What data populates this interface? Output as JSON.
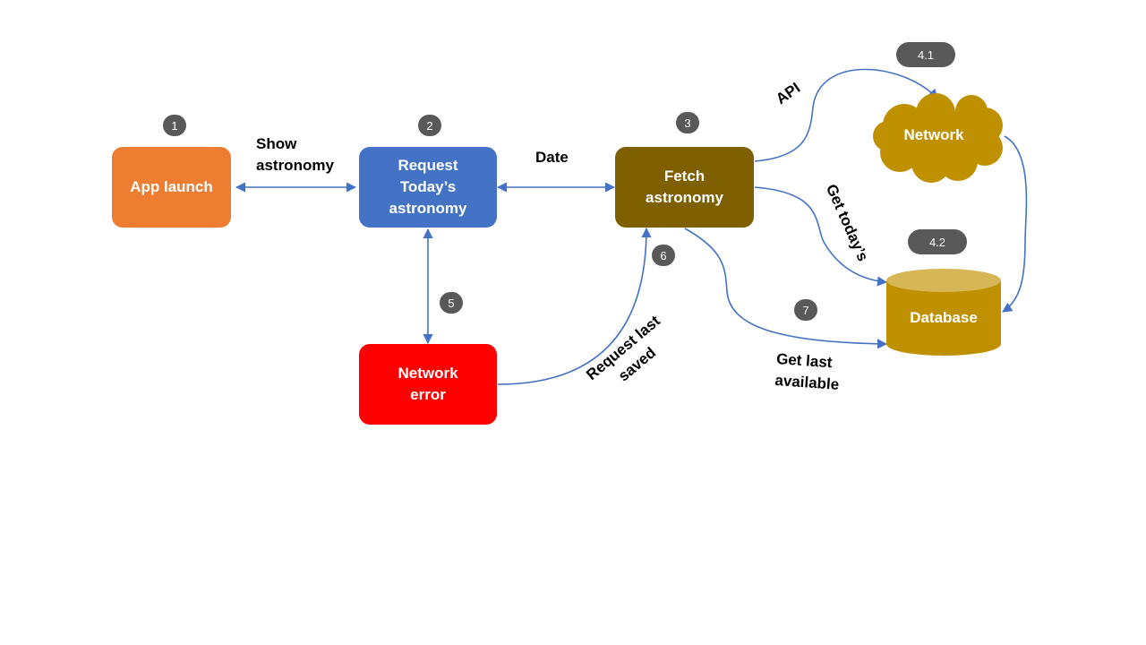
{
  "nodes": {
    "app_launch": "App launch",
    "request": "Request\nToday’s\nastronomy",
    "fetch": "Fetch\nastronomy",
    "network_error": "Network\nerror",
    "network": "Network",
    "database": "Database"
  },
  "badges": {
    "b1": "1",
    "b2": "2",
    "b3": "3",
    "b41": "4.1",
    "b42": "4.2",
    "b5": "5",
    "b6": "6",
    "b7": "7"
  },
  "edge_labels": {
    "show_astronomy": "Show\nastronomy",
    "date": "Date",
    "api": "API",
    "get_todays": "Get today’s",
    "request_last_saved": "Request last\nsaved",
    "get_last_available": "Get last\navailable"
  },
  "colors": {
    "app_launch": "#ED7D31",
    "request": "#4472C4",
    "fetch": "#7F6000",
    "network_error": "#FF0000",
    "network": "#BF9000",
    "database": "#BF9000",
    "database_top": "#D6B656",
    "badge": "#595959",
    "edge": "#4472C4"
  }
}
